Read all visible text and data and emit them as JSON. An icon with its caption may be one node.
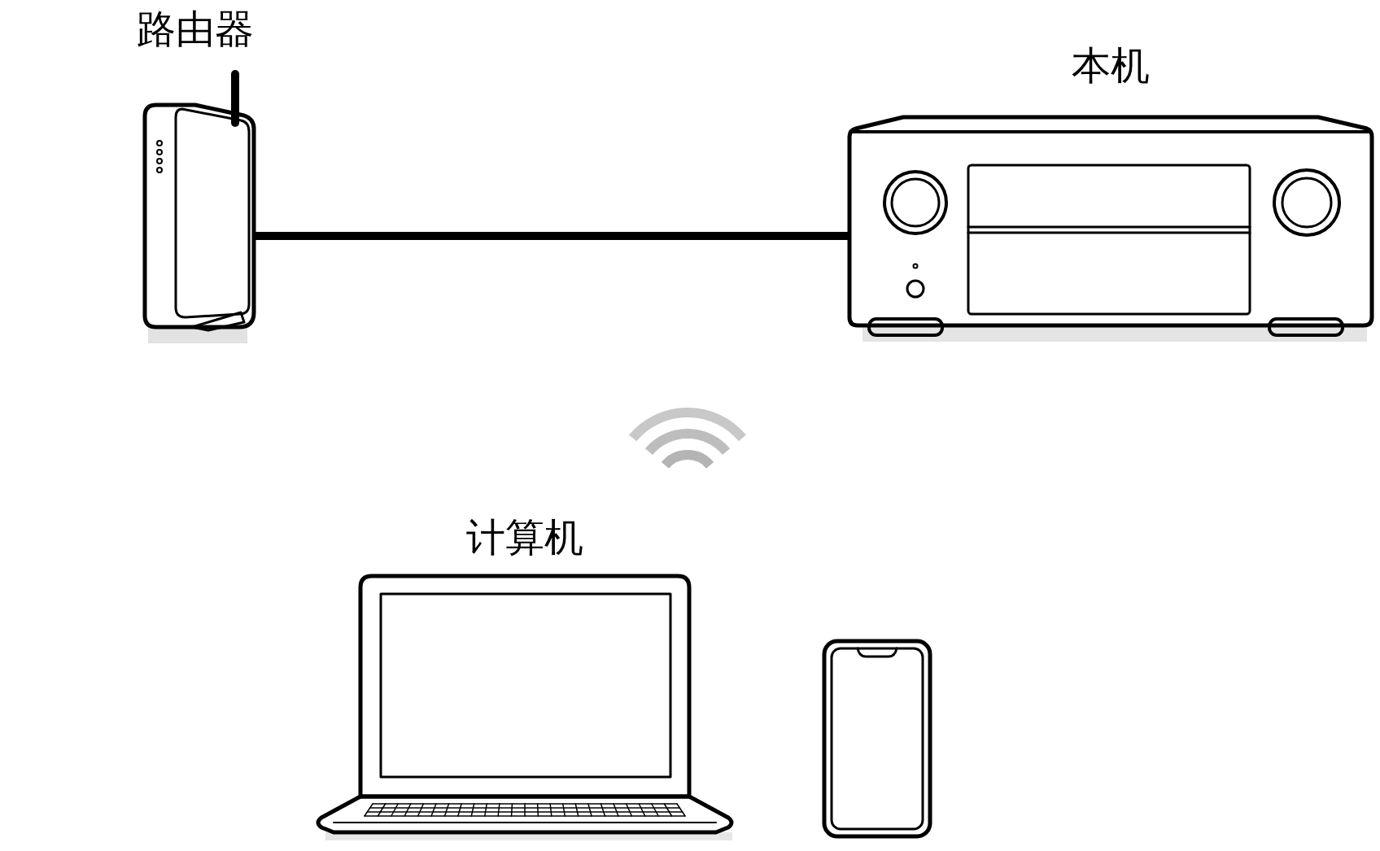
{
  "diagram": {
    "nodes": [
      {
        "text": [
          "路由器"
        ]
      },
      {
        "text": [
          "本机"
        ]
      },
      {
        "text": [
          "计算机"
        ]
      },
      {
        "text": [],
        "shape": "picture"
      }
    ],
    "edges": [
      {
        "from": 0,
        "to": 1,
        "arrow": "none"
      }
    ]
  }
}
